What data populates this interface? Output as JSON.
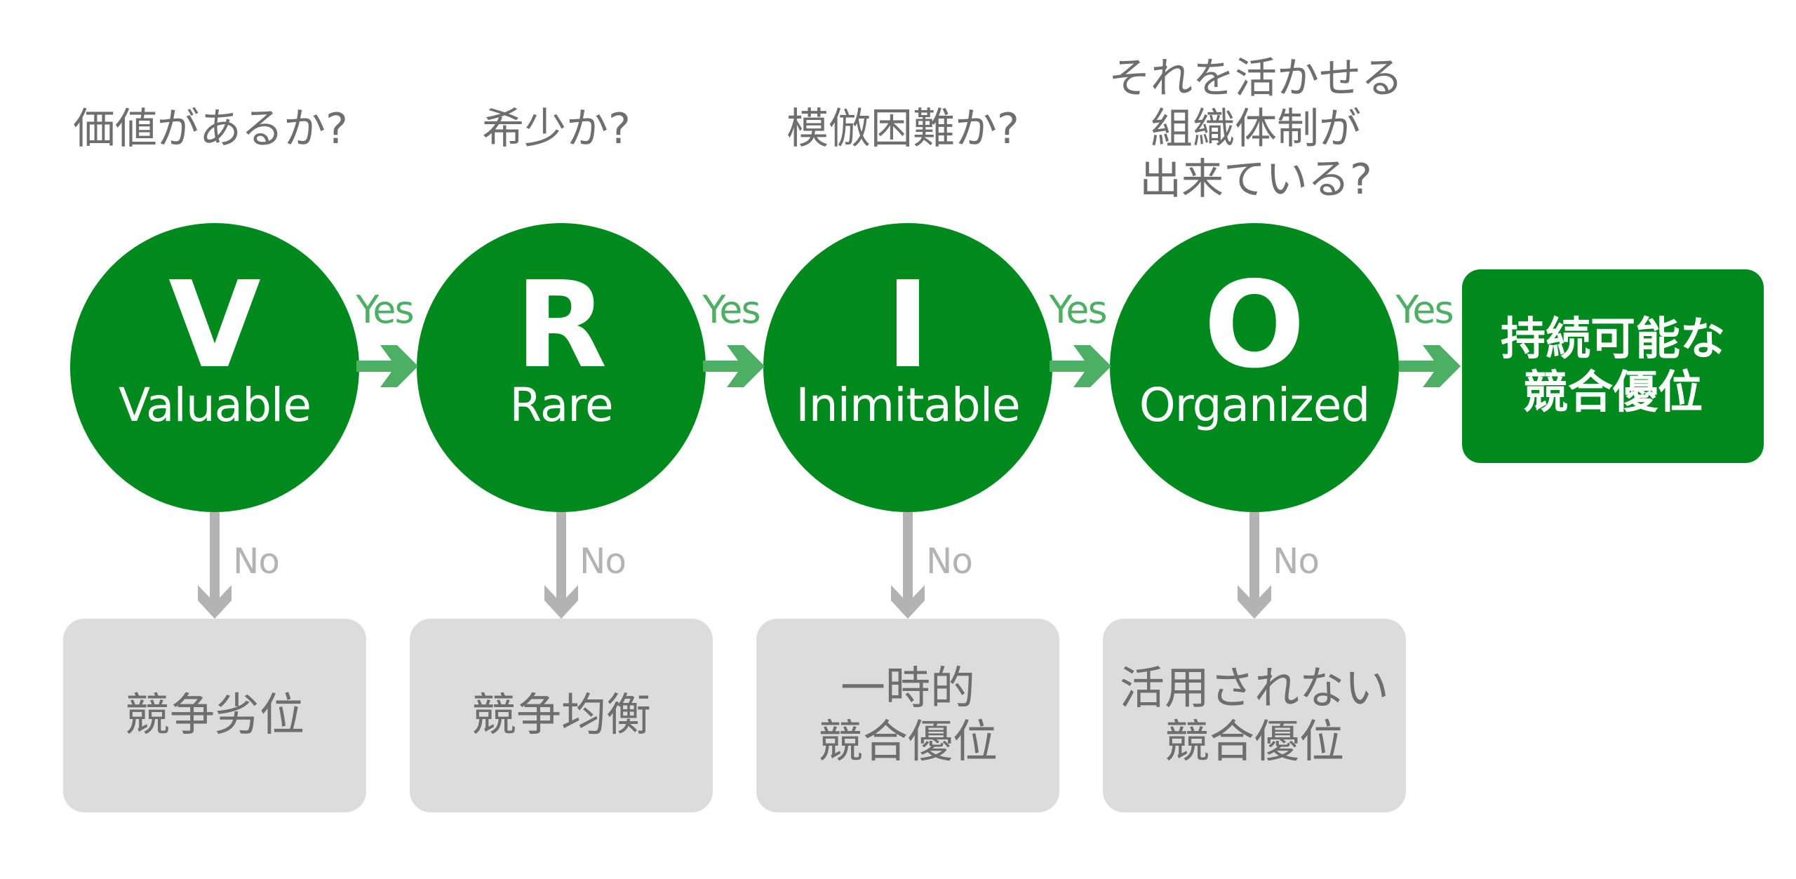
{
  "colors": {
    "circle_fill": "#008a1e",
    "yes_arrow": "#4caf63",
    "no_arrow": "#b3b3b3",
    "outcome_fill": "#dcdcdc",
    "text_gray": "#6e6e6e",
    "result_fill": "#008a1e"
  },
  "stages": [
    {
      "question": "価値があるか?",
      "letter": "V",
      "word": "Valuable",
      "yes_label": "Yes",
      "no_label": "No",
      "no_outcome": "競争劣位"
    },
    {
      "question": "希少か?",
      "letter": "R",
      "word": "Rare",
      "yes_label": "Yes",
      "no_label": "No",
      "no_outcome": "競争均衡"
    },
    {
      "question": "模倣困難か?",
      "letter": "I",
      "word": "Inimitable",
      "yes_label": "Yes",
      "no_label": "No",
      "no_outcome": "一時的\n競合優位"
    },
    {
      "question": "それを活かせる\n組織体制が\n出来ている?",
      "letter": "O",
      "word": "Organized",
      "yes_label": "Yes",
      "no_label": "No",
      "no_outcome": "活用されない\n競合優位"
    }
  ],
  "final_result": "持続可能な\n競合優位"
}
